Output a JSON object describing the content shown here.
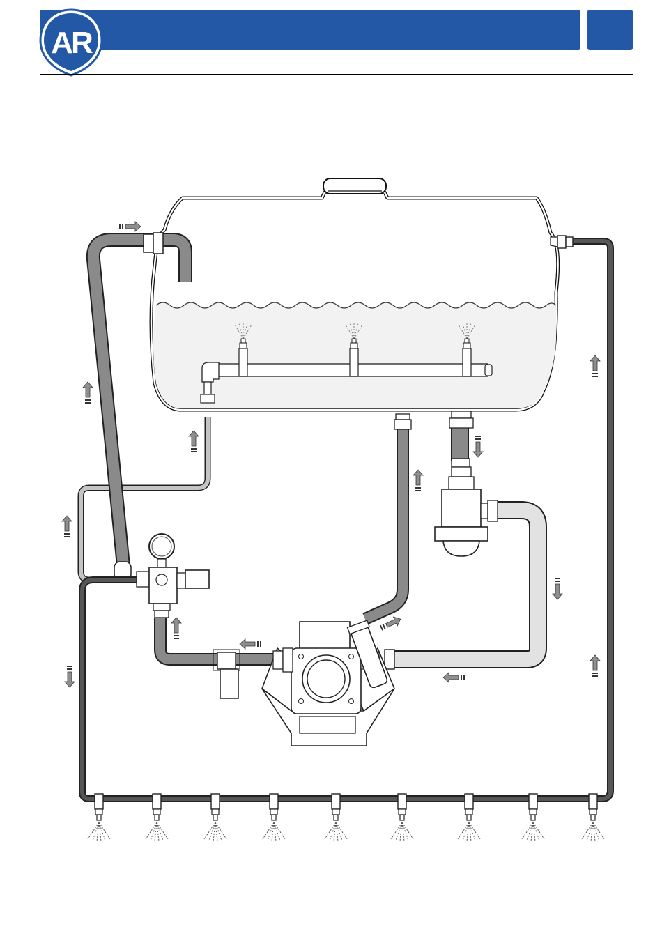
{
  "header": {
    "brand_color": "#2358a6",
    "logo": {
      "text": "AR",
      "shape": "shield-circle"
    }
  },
  "diagram": {
    "subject": "spray-system-flow-schematic",
    "components": {
      "tank": "tank",
      "agitator": "agitator-nozzle-bar",
      "pressure_regulator": "pressure-regulator-with-gauge",
      "pump": "diaphragm-pump",
      "suction_filter": "suction-filter",
      "line_filter": "line-filter",
      "boom": "spray-boom"
    },
    "boom_nozzle_count": 9,
    "agitator_nozzle_count": 3,
    "hose_colors": {
      "pressure": "#575757",
      "return": "#8a8a8a",
      "agitation": "#c4c4c4",
      "suction": "#e2e2e2"
    },
    "arrow_color": "#8f8f8f"
  }
}
